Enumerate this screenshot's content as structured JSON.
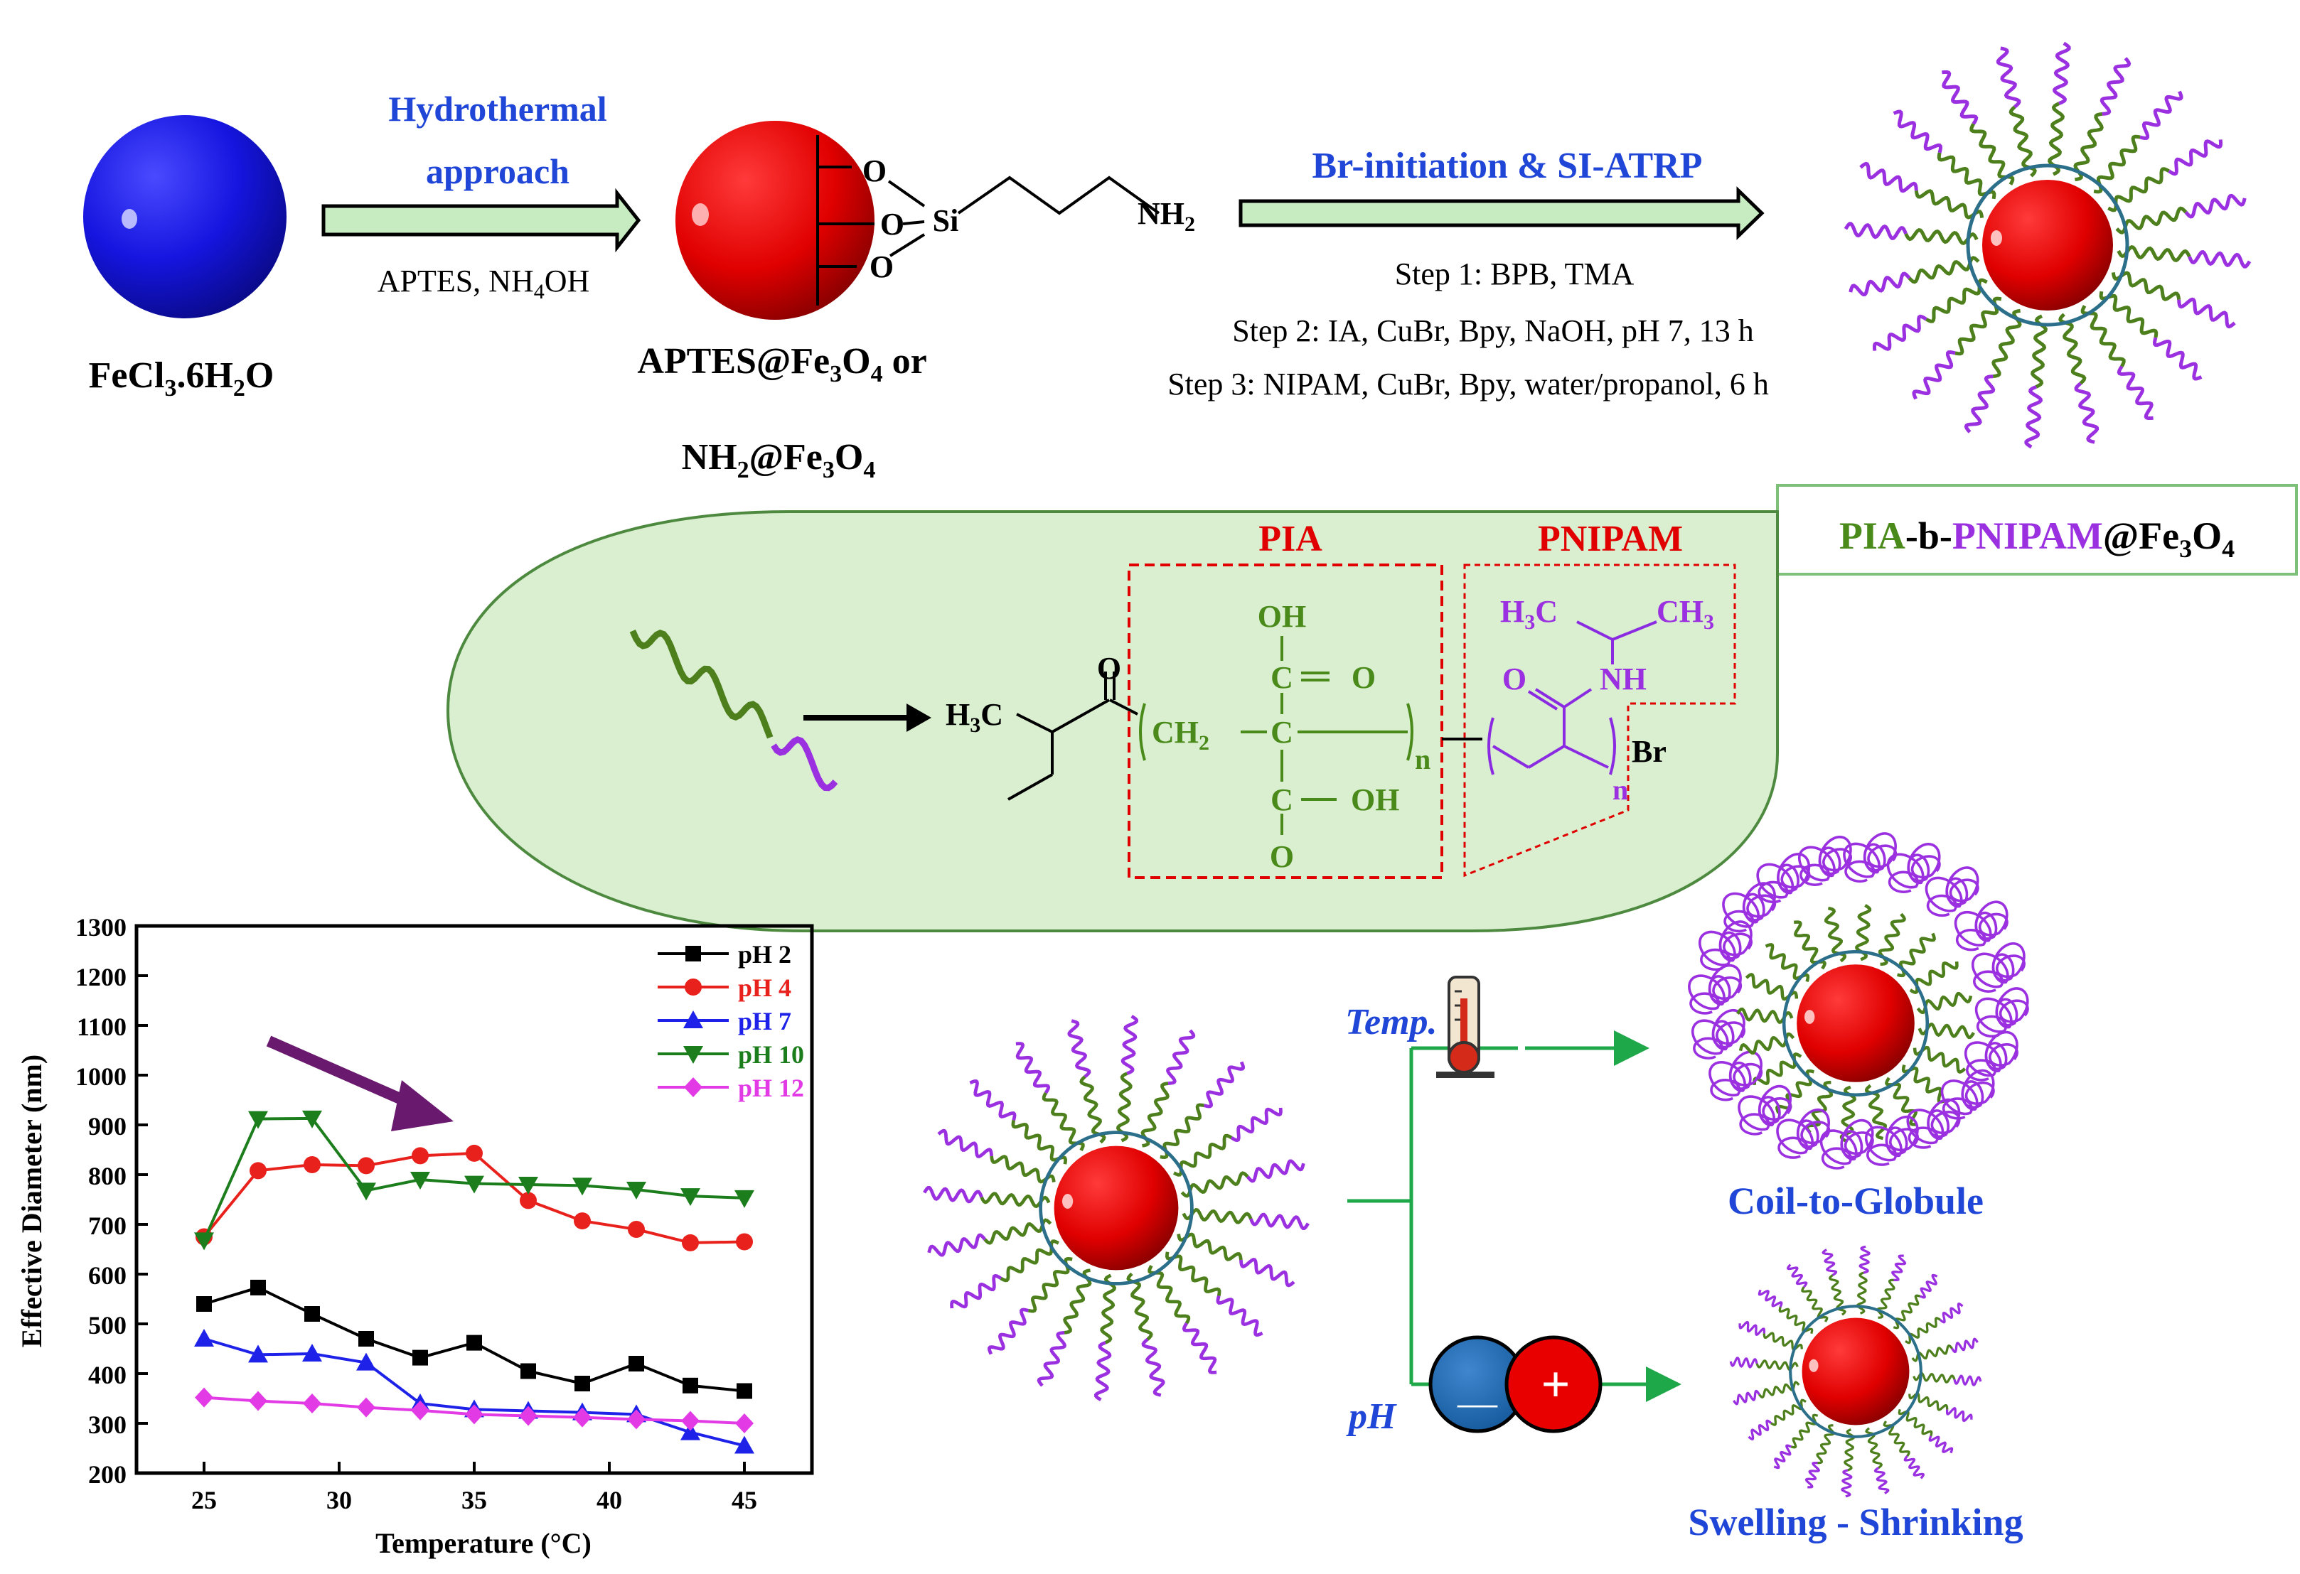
{
  "colors": {
    "blue_sphere": "#1515e0",
    "red_sphere": "#e00000",
    "chain_green": "#4e7f1d",
    "chain_purple": "#9a30e0",
    "arrow_fill": "#c8ecc2",
    "text_blue": "#2046d8",
    "text_red": "#e00000",
    "text_green": "#4a8a1a",
    "text_purple": "#9a30e0",
    "panel_fill": "#d9efcf",
    "connector_green": "#1fa84a",
    "plot_arrow": "#6a1a6e"
  },
  "synthesis": {
    "start_material": "FeCl",
    "start_material_sub1": "3",
    "start_material_mid": ".6H",
    "start_material_sub2": "2",
    "start_material_end": "O",
    "step1_label_line1": "Hydrothermal",
    "step1_label_line2": "approach",
    "step1_reagents_a": "APTES, NH",
    "step1_reagents_sub": "4",
    "step1_reagents_b": "OH",
    "intermediate_line1_a": "APTES@Fe",
    "intermediate_line1_sub1": "3",
    "intermediate_line1_mid": "O",
    "intermediate_line1_sub2": "4",
    "intermediate_line1_b": " or",
    "intermediate_line2_a": "NH",
    "intermediate_line2_sub1": "2",
    "intermediate_line2_mid": "@Fe",
    "intermediate_line2_sub2": "3",
    "intermediate_line2_mid2": "O",
    "intermediate_line2_sub3": "4",
    "silane_O": "O",
    "silane_Si": "Si",
    "silane_NH": "NH",
    "silane_NH_sub": "2",
    "step2_label": "Br-initiation & SI-ATRP",
    "step2_line1": "Step 1: BPB, TMA",
    "step2_line2": "Step 2: IA, CuBr, Bpy, NaOH, pH 7, 13 h",
    "step2_line3": "Step 3: NIPAM, CuBr, Bpy, water/propanol, 6 h",
    "product_a": "PIA",
    "product_b": "-b-",
    "product_c": "PNIPAM",
    "product_d": "@Fe",
    "product_sub1": "3",
    "product_e": "O",
    "product_sub2": "4"
  },
  "structure": {
    "pia_label": "PIA",
    "pnipam_label": "PNIPAM",
    "h3c": "H",
    "h3c_sub": "3",
    "h3c_c": "C",
    "carbonyl_O": "O",
    "ch2": "CH",
    "ch2_sub": "2",
    "C": "C",
    "OH": "OH",
    "O": "O",
    "n": "n",
    "NH": "NH",
    "CH3": "CH",
    "CH3_sub": "3",
    "Br": "Br"
  },
  "response": {
    "temp_label": "Temp.",
    "ph_label": "pH",
    "coil_label": "Coil-to-Globule",
    "swell_label": "Swelling - Shrinking",
    "minus": "—",
    "plus": "+"
  },
  "chart_data": {
    "type": "line",
    "xlabel": "Temperature (°C)",
    "ylabel": "Effective Diameter (nm)",
    "xlim": [
      22.5,
      47.5
    ],
    "ylim": [
      200,
      1300
    ],
    "xticks": [
      25,
      30,
      35,
      40,
      45
    ],
    "yticks": [
      200,
      300,
      400,
      500,
      600,
      700,
      800,
      900,
      1000,
      1100,
      1200,
      1300
    ],
    "x": [
      25,
      27,
      29,
      31,
      33,
      35,
      37,
      39,
      41,
      43,
      45
    ],
    "legend_position": "top-right",
    "series": [
      {
        "name": "pH 2",
        "color": "#000000",
        "marker": "square",
        "values": [
          540,
          573,
          520,
          470,
          432,
          462,
          405,
          380,
          420,
          376,
          365
        ]
      },
      {
        "name": "pH 4",
        "color": "#e8211d",
        "marker": "circle",
        "values": [
          675,
          808,
          820,
          818,
          838,
          843,
          748,
          707,
          690,
          663,
          665
        ]
      },
      {
        "name": "pH 7",
        "color": "#1e22e8",
        "marker": "triangle-up",
        "values": [
          470,
          438,
          440,
          422,
          340,
          328,
          325,
          322,
          318,
          282,
          255
        ]
      },
      {
        "name": "pH 10",
        "color": "#1c7d1c",
        "marker": "triangle-down",
        "values": [
          668,
          912,
          913,
          768,
          790,
          782,
          780,
          778,
          770,
          757,
          753
        ]
      },
      {
        "name": "pH 12",
        "color": "#e23be6",
        "marker": "diamond",
        "values": [
          352,
          345,
          340,
          332,
          326,
          318,
          315,
          312,
          308,
          305,
          300
        ]
      }
    ]
  }
}
